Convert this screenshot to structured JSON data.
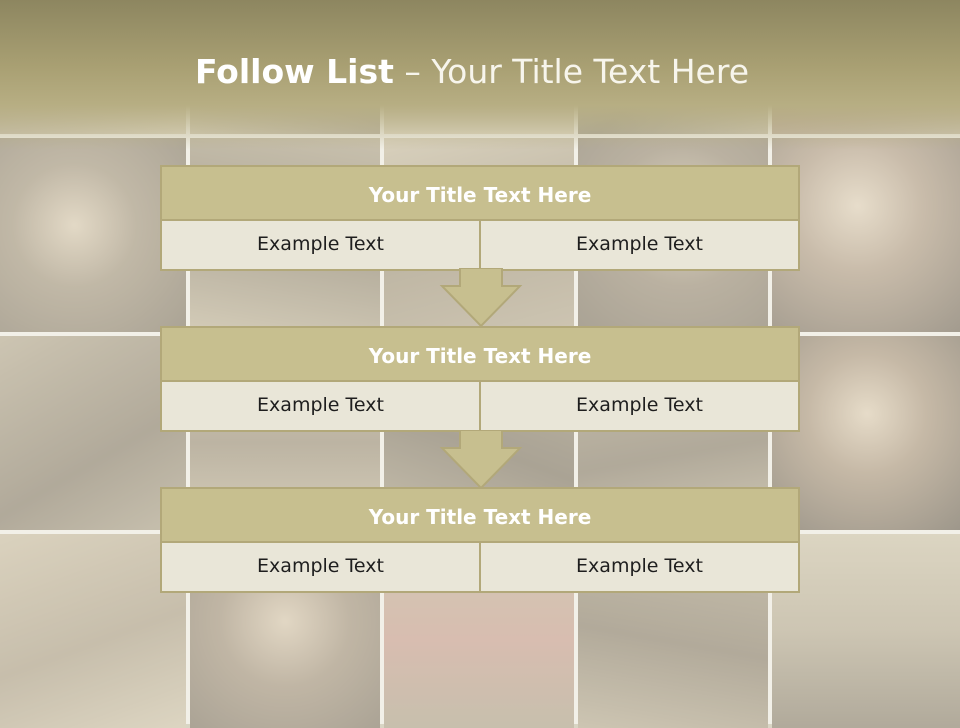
{
  "slide": {
    "title_bold": "Follow List",
    "title_separator": " – ",
    "title_rest": "Your Title Text Here"
  },
  "blocks": [
    {
      "title": "Your Title Text Here",
      "left": "Example Text",
      "right": "Example Text"
    },
    {
      "title": "Your Title Text Here",
      "left": "Example Text",
      "right": "Example Text"
    },
    {
      "title": "Your Title Text Here",
      "left": "Example Text",
      "right": "Example Text"
    }
  ],
  "colors": {
    "header": "#a9a073",
    "block_title": "#c7bf8f",
    "block_cell": "#e9e6d8",
    "border": "#b2a879"
  }
}
